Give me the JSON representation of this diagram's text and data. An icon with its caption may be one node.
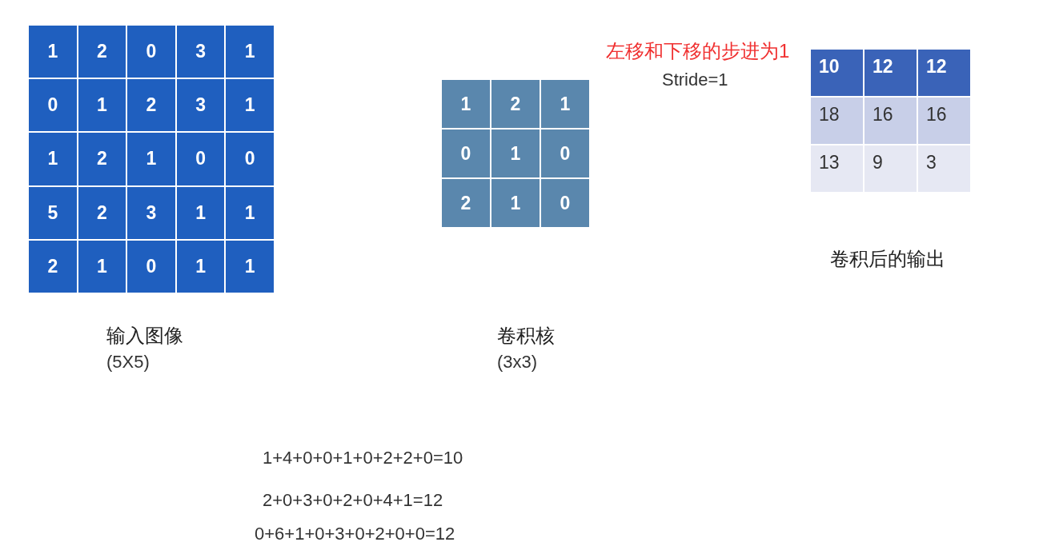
{
  "diagram": {
    "labels": [
      "1",
      "2",
      "0",
      "3",
      "1",
      "0",
      "1",
      "2",
      "3",
      "1",
      "1",
      "2",
      "1",
      "0",
      "0",
      "5",
      "2",
      "3",
      "1",
      "1",
      "2",
      "1",
      "0",
      "1",
      "1",
      "输入图像",
      "(5X5)",
      "1",
      "2",
      "1",
      "0",
      "1",
      "0",
      "2",
      "1",
      "0",
      "卷积核",
      "(3x3)",
      "左移和下移的步进为1",
      "Stride=1",
      "10",
      "12",
      "12",
      "18",
      "16",
      "16",
      "13",
      "9",
      "3",
      "卷积后的输出",
      "1+4+0+0+1+0+2+2+0=10",
      "2+0+3+0+2+0+4+1=12",
      "0+6+1+0+3+0+2+0+0=12"
    ]
  }
}
